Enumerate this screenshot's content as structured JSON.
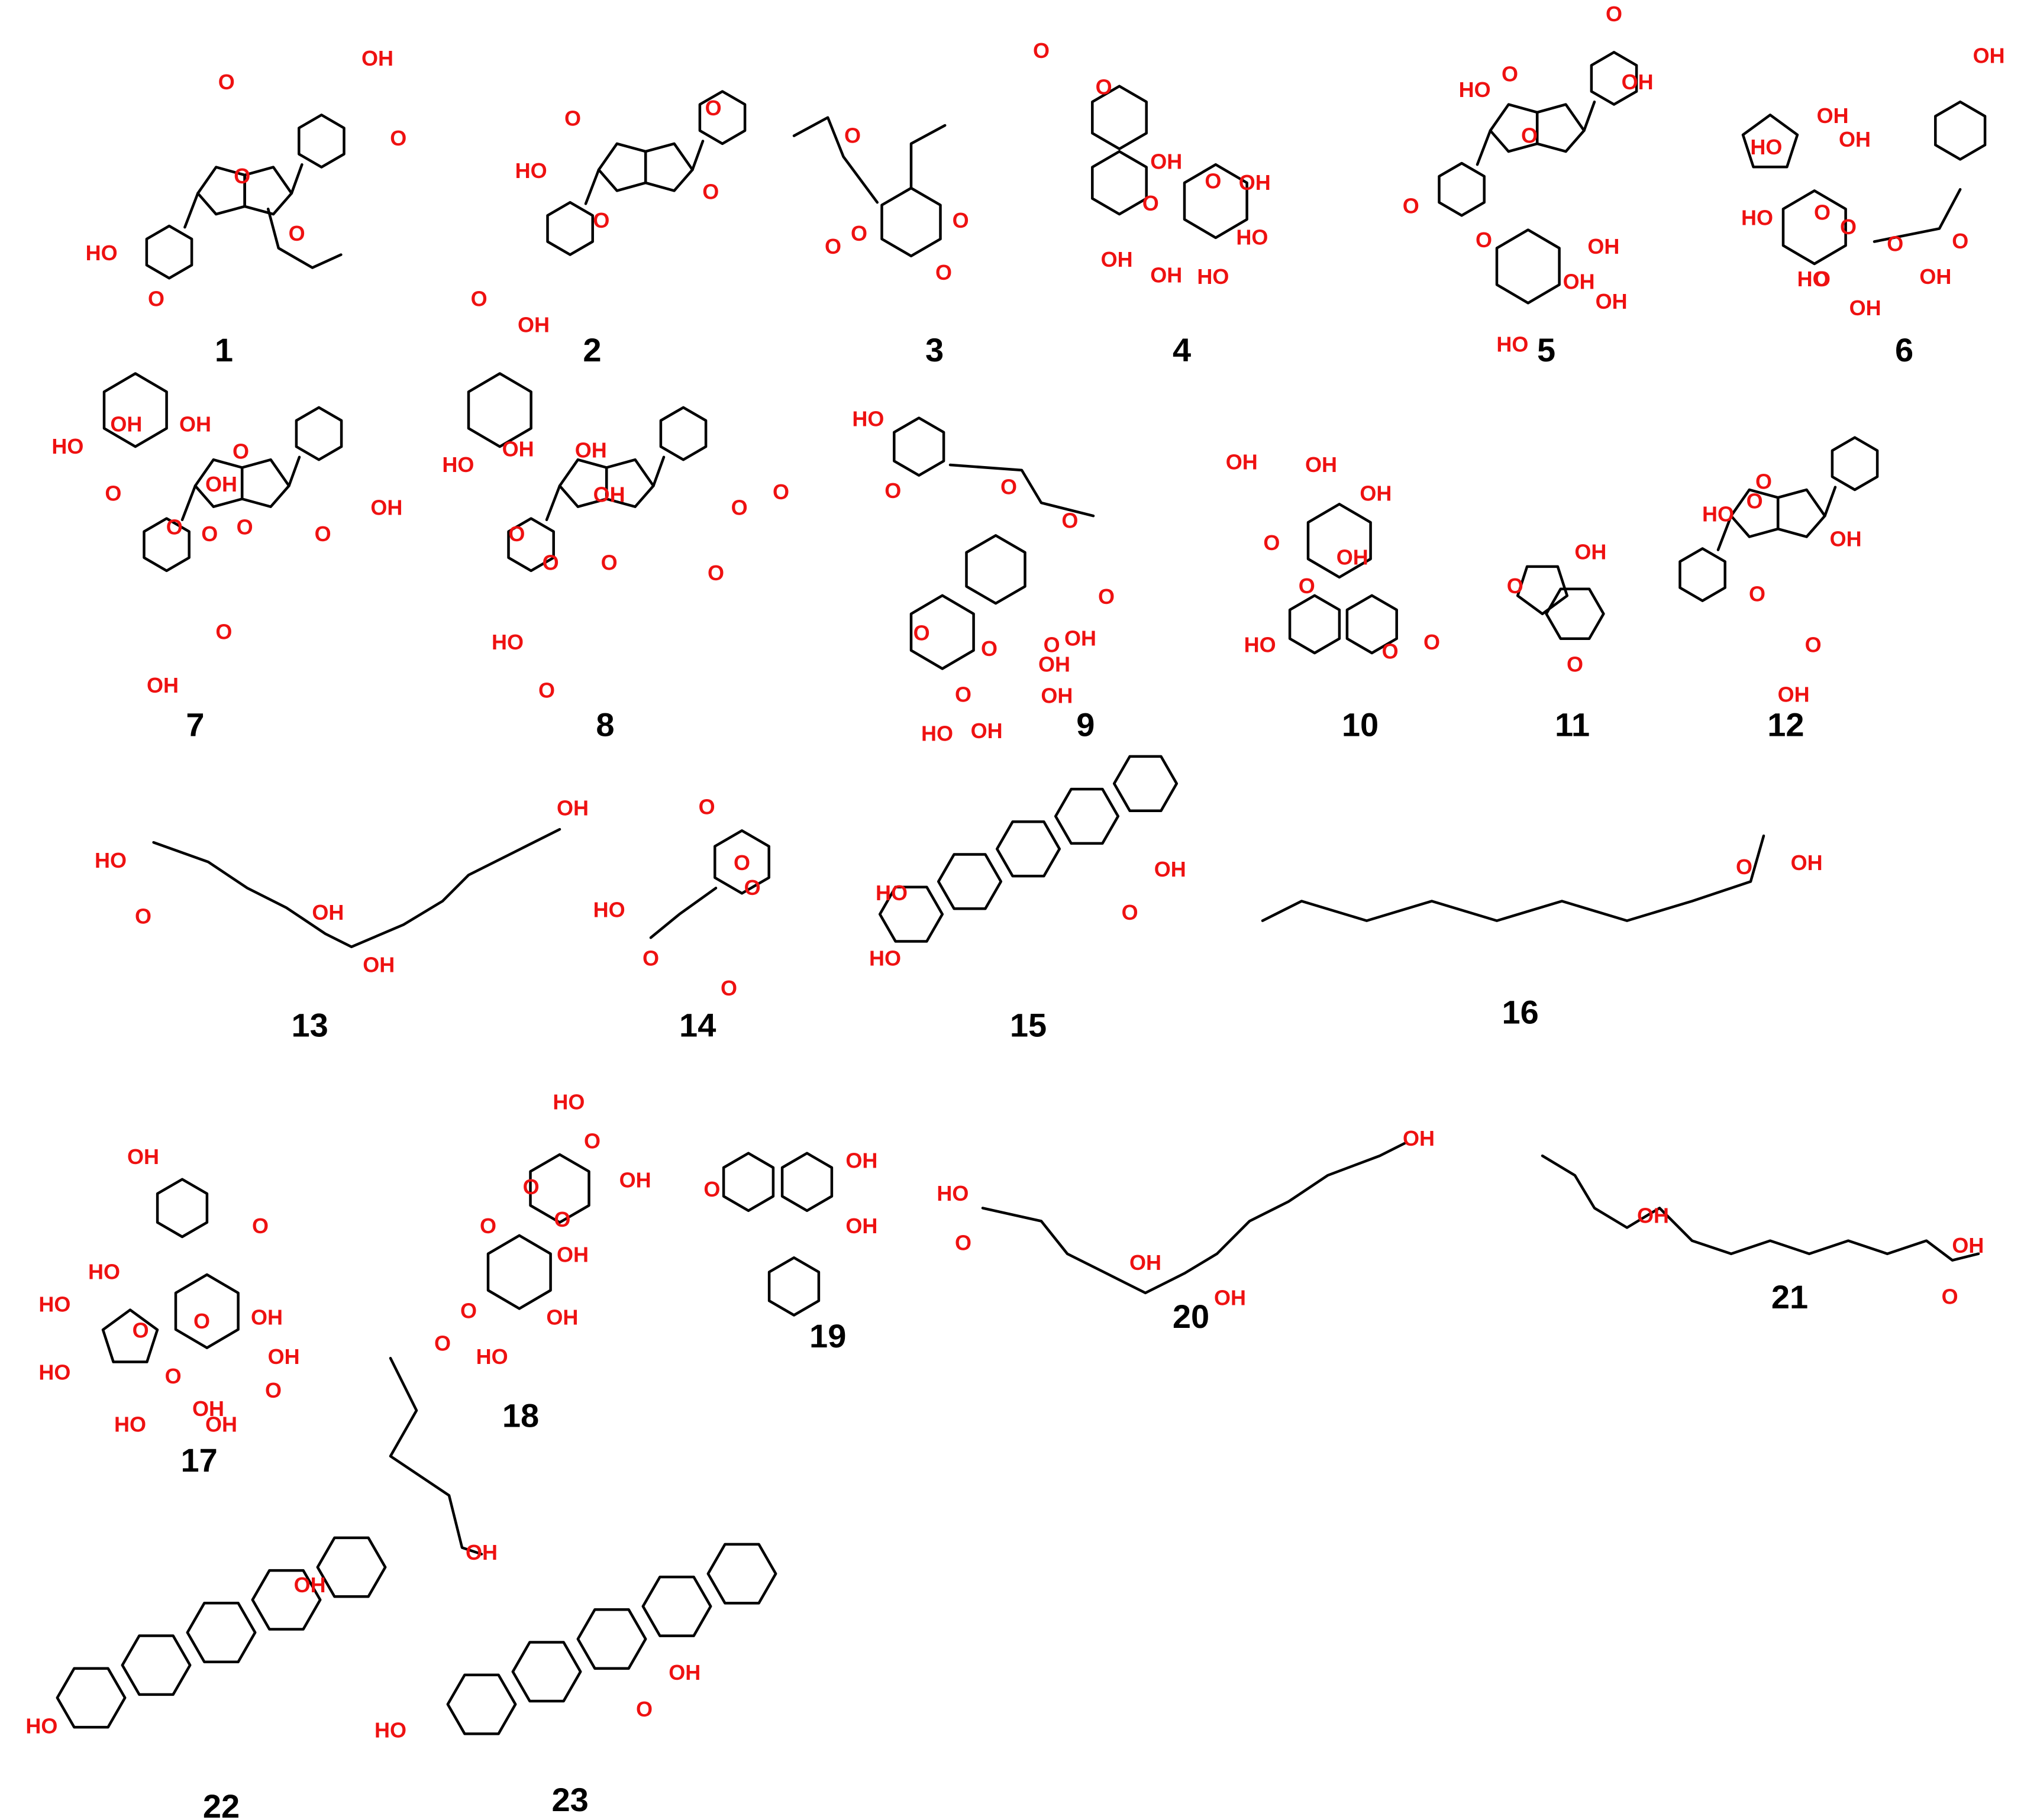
{
  "figure": {
    "colors": {
      "bond": "#000000",
      "heteroatom": "#ee1111",
      "label": "#000000"
    },
    "compounds": [
      {
        "id": "1",
        "atom_labels": [
          "OH",
          "O",
          "O",
          "O",
          "O",
          "HO",
          "O"
        ]
      },
      {
        "id": "2",
        "atom_labels": [
          "HO",
          "O",
          "O",
          "O",
          "O",
          "OH",
          "O"
        ]
      },
      {
        "id": "3",
        "atom_labels": [
          "O",
          "O",
          "O",
          "O",
          "O"
        ]
      },
      {
        "id": "4",
        "atom_labels": [
          "O",
          "O",
          "OH",
          "O",
          "O",
          "OH",
          "OH",
          "HO",
          "OH",
          "HO"
        ]
      },
      {
        "id": "5",
        "atom_labels": [
          "HO",
          "O",
          "OH",
          "O",
          "O",
          "O",
          "OH",
          "O",
          "OH",
          "OH",
          "HO"
        ]
      },
      {
        "id": "6",
        "atom_labels": [
          "OH",
          "HO",
          "OH",
          "OH",
          "O",
          "HO",
          "O",
          "O",
          "O",
          "O",
          "HO",
          "OH",
          "OH"
        ]
      },
      {
        "id": "7",
        "atom_labels": [
          "HO",
          "OH",
          "OH",
          "O",
          "OH",
          "O",
          "O",
          "O",
          "O",
          "OH",
          "O",
          "O",
          "OH"
        ]
      },
      {
        "id": "8",
        "atom_labels": [
          "HO",
          "OH",
          "OH",
          "O",
          "OH",
          "O",
          "O",
          "O",
          "O",
          "O",
          "HO",
          "O"
        ]
      },
      {
        "id": "9",
        "atom_labels": [
          "HO",
          "O",
          "O",
          "O",
          "O",
          "O",
          "O",
          "O",
          "OH",
          "O",
          "OH",
          "OH",
          "HO",
          "OH"
        ]
      },
      {
        "id": "10",
        "atom_labels": [
          "OH",
          "OH",
          "OH",
          "O",
          "OH",
          "O",
          "HO",
          "O",
          "O"
        ]
      },
      {
        "id": "11",
        "atom_labels": [
          "OH",
          "O",
          "O"
        ]
      },
      {
        "id": "12",
        "atom_labels": [
          "O",
          "HO",
          "O",
          "OH",
          "O",
          "O",
          "OH"
        ]
      },
      {
        "id": "13",
        "atom_labels": [
          "OH",
          "HO",
          "O",
          "OH",
          "OH"
        ]
      },
      {
        "id": "14",
        "atom_labels": [
          "O",
          "O",
          "O",
          "HO",
          "O",
          "O"
        ]
      },
      {
        "id": "15",
        "atom_labels": [
          "HO",
          "OH",
          "O",
          "HO"
        ]
      },
      {
        "id": "16",
        "atom_labels": [
          "OH",
          "O"
        ]
      },
      {
        "id": "17",
        "atom_labels": [
          "OH",
          "O",
          "HO",
          "O",
          "HO",
          "O",
          "OH",
          "HO",
          "O",
          "OH",
          "HO",
          "OH",
          "O",
          "OH"
        ]
      },
      {
        "id": "18",
        "atom_labels": [
          "HO",
          "O",
          "OH",
          "O",
          "O",
          "O",
          "OH",
          "O",
          "OH",
          "O",
          "HO",
          "OH"
        ]
      },
      {
        "id": "19",
        "atom_labels": [
          "OH",
          "O",
          "OH"
        ]
      },
      {
        "id": "20",
        "atom_labels": [
          "OH",
          "HO",
          "O",
          "OH",
          "OH"
        ]
      },
      {
        "id": "21",
        "atom_labels": [
          "OH",
          "OH",
          "O"
        ]
      },
      {
        "id": "22",
        "atom_labels": [
          "OH",
          "HO"
        ]
      },
      {
        "id": "23",
        "atom_labels": [
          "OH",
          "O",
          "HO"
        ]
      }
    ]
  }
}
